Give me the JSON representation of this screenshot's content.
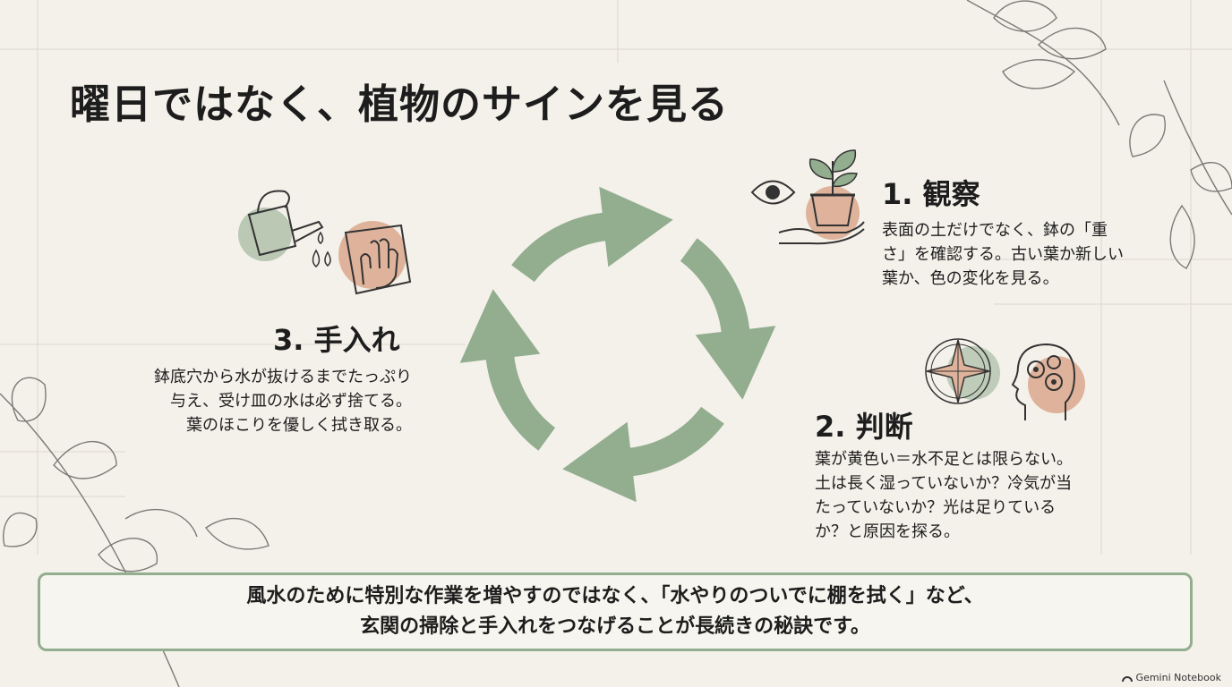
{
  "title": "曜日ではなく、植物のサインを見る",
  "steps": [
    {
      "heading": "1. 観察",
      "description": "表面の土だけでなく、鉢の「重\nさ」を確認する。古い葉か新しい\n葉か、色の変化を見る。",
      "icons": [
        "eye-icon",
        "potted-plant-icon",
        "hand-icon"
      ]
    },
    {
      "heading": "2. 判断",
      "description": "葉が黄色い＝水不足とは限らない。\n土は長く湿っていないか？冷気が当\nたっていないか？光は足りている\nか？と原因を探る。",
      "icons": [
        "compass-icon",
        "head-gears-icon"
      ]
    },
    {
      "heading": "3. 手入れ",
      "description": "鉢底穴から水が抜けるまでたっぷり\n与え、受け皿の水は必ず捨てる。\n葉のほこりを優しく拭き取る。",
      "icons": [
        "watering-can-icon",
        "water-drop-icon",
        "hand-wipe-icon"
      ]
    }
  ],
  "note": {
    "line1": "風水のために特別な作業を増やすのではなく、「水やりのついでに棚を拭く」など、",
    "line2": "玄関の掃除と手入れをつなげることが長続きの秘訣です。"
  },
  "brand": "Gemini Notebook",
  "colors": {
    "green": "#93ad8f",
    "terracotta": "#dfb39b",
    "background": "#f4f1ea",
    "line": "#333333"
  }
}
